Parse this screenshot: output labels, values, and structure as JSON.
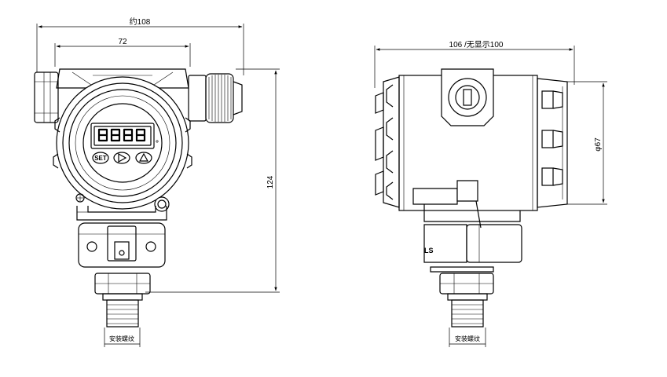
{
  "front_view": {
    "dimensions": {
      "overall_width": "约108",
      "body_width": "72",
      "height": "124"
    },
    "display": {
      "buttons": {
        "set": "SET",
        "right_icon": "play-triangle-icon",
        "up_icon": "up-triangle-icon"
      }
    },
    "thread_label": "安装螺纹"
  },
  "side_view": {
    "dimensions": {
      "depth": "106 /无显示100",
      "diameter": "φ67"
    },
    "thread_label": "安装螺纹"
  }
}
